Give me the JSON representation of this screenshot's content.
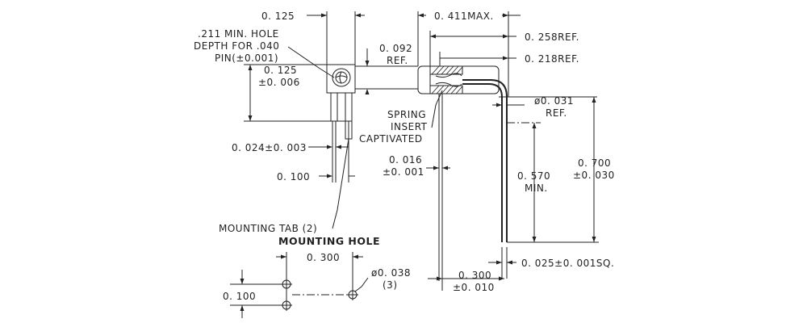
{
  "dimensions": {
    "top_width": "0. 125",
    "hole_line1": ".211 MIN. HOLE",
    "hole_line2": "DEPTH FOR .040",
    "hole_line3": "PIN(±0.001)",
    "body_h_line1": "0. 125",
    "body_h_line2": "±0. 006",
    "pin_width": "0. 024±0. 003",
    "pin_spacing": "0. 100",
    "mounting_tab": "MOUNTING TAB (2)",
    "ref_092_line1": "0. 092",
    "ref_092_line2": "REF.",
    "max_411": "0. 411MAX.",
    "ref_258": "0. 258REF.",
    "ref_218": "0. 218REF.",
    "spring_line1": "SPRING",
    "spring_line2": "INSERT",
    "spring_line3": "CAPTIVATED",
    "lead_016_line1": "0. 016",
    "lead_016_line2": "±0. 001",
    "dia_031_line1": "ø0. 031",
    "dia_031_line2": "REF.",
    "min_570_line1": "0. 570",
    "min_570_line2": "MIN.",
    "len_700_line1": "0. 700",
    "len_700_line2": "±0. 030",
    "sq_025": "0. 025±0. 001SQ.",
    "offset_300_line1": "0. 300",
    "offset_300_line2": "±0. 010",
    "hole_title": "MOUNTING HOLE",
    "hole_spacing_x": "0. 300",
    "hole_spacing_y": "0. 100",
    "hole_dia_line1": "ø0. 038",
    "hole_dia_line2": "(3)"
  }
}
